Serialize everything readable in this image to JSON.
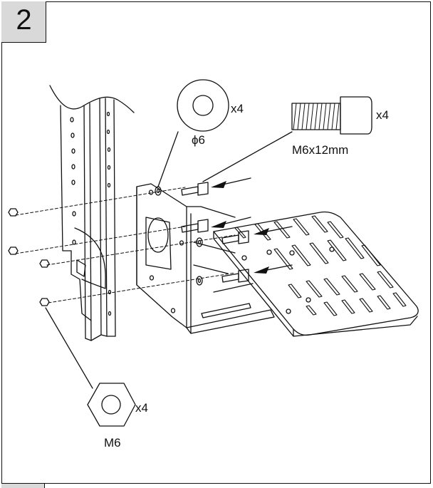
{
  "step": {
    "number": "2"
  },
  "parts": {
    "washer": {
      "qty": "x4",
      "size": "ϕ6",
      "icon": "washer-icon"
    },
    "bolt": {
      "qty": "x4",
      "size": "M6x12mm",
      "icon": "hex-socket-bolt-icon"
    },
    "nut": {
      "qty": "x4",
      "size": "M6",
      "icon": "hex-nut-icon"
    }
  },
  "colors": {
    "line": "#111111",
    "step_bg": "#d9d9d9",
    "paper": "#ffffff"
  }
}
